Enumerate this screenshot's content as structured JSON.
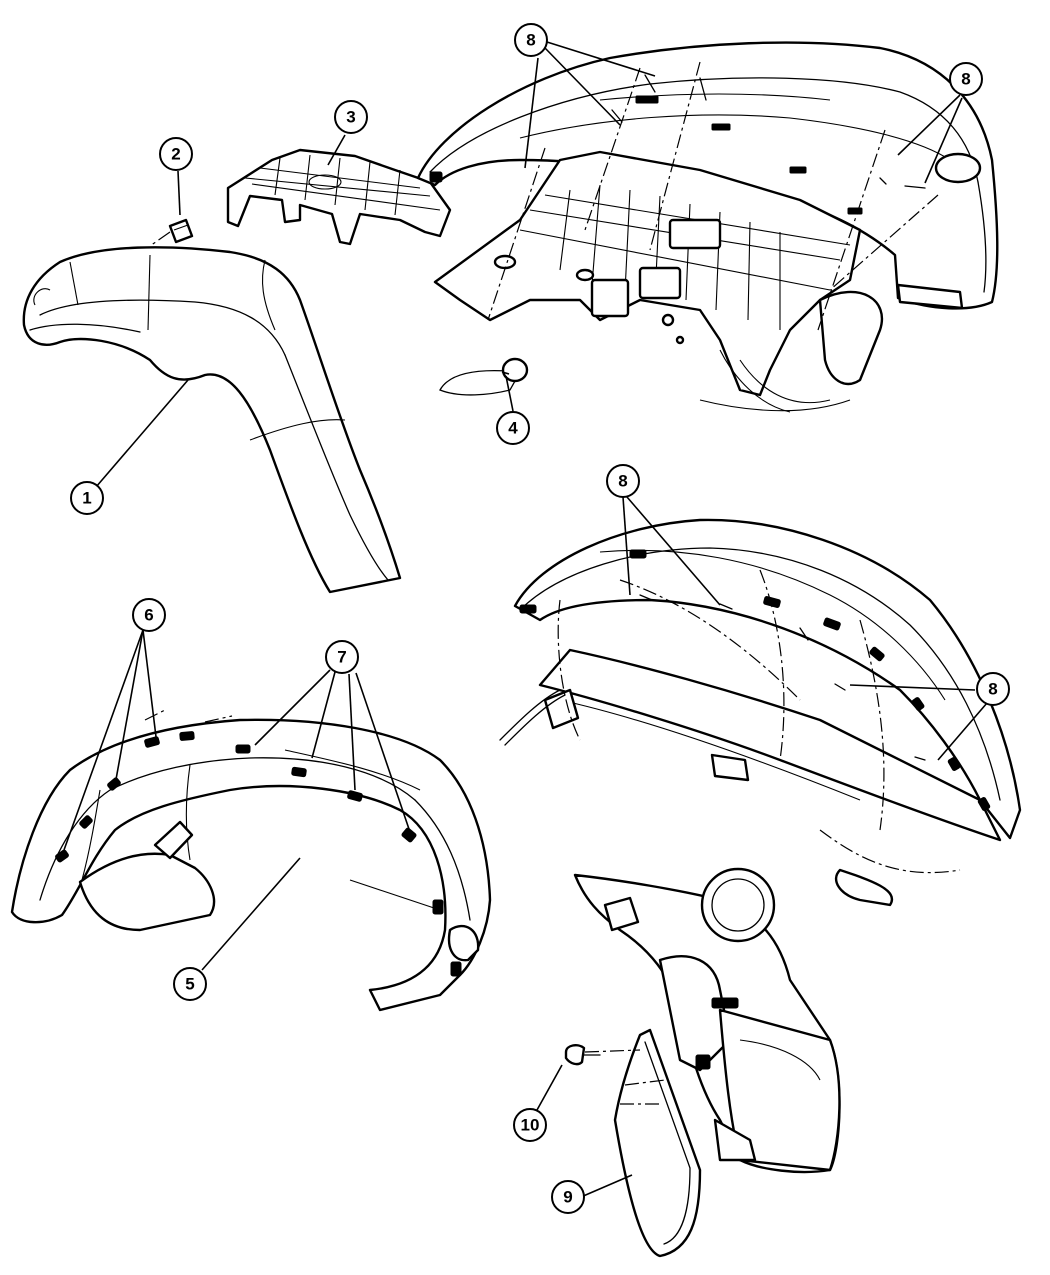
{
  "callouts": [
    {
      "id": "c1",
      "label": "1"
    },
    {
      "id": "c2",
      "label": "2"
    },
    {
      "id": "c3",
      "label": "3"
    },
    {
      "id": "c4",
      "label": "4"
    },
    {
      "id": "c5",
      "label": "5"
    },
    {
      "id": "c6",
      "label": "6"
    },
    {
      "id": "c7",
      "label": "7"
    },
    {
      "id": "c8a",
      "label": "8"
    },
    {
      "id": "c8b",
      "label": "8"
    },
    {
      "id": "c8c",
      "label": "8"
    },
    {
      "id": "c8d",
      "label": "8"
    },
    {
      "id": "c8e",
      "label": "8"
    },
    {
      "id": "c9",
      "label": "9"
    },
    {
      "id": "c10",
      "label": "10"
    }
  ]
}
